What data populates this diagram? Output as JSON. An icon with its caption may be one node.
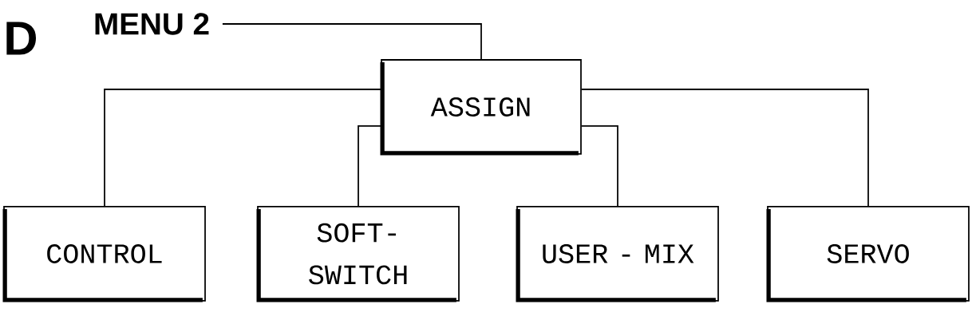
{
  "diagram": {
    "nodes": [
      {
        "text": [
          "MENU 2"
        ]
      },
      {
        "text": [
          "ASSIGN"
        ]
      },
      {
        "text": [
          "CONTROL"
        ]
      },
      {
        "text": [
          "SOFT- SWITCH"
        ]
      },
      {
        "text": [
          "USER - MIX"
        ]
      },
      {
        "text": [
          "SERVO"
        ]
      }
    ],
    "edges": [
      {
        "from": 0,
        "to": 1,
        "arrow": "none"
      },
      {
        "from": 1,
        "to": 2,
        "arrow": "none"
      },
      {
        "from": 1,
        "to": 3,
        "arrow": "none"
      },
      {
        "from": 1,
        "to": 4,
        "arrow": "none"
      },
      {
        "from": 1,
        "to": 5,
        "arrow": "none"
      }
    ],
    "labels": [
      "D"
    ]
  }
}
